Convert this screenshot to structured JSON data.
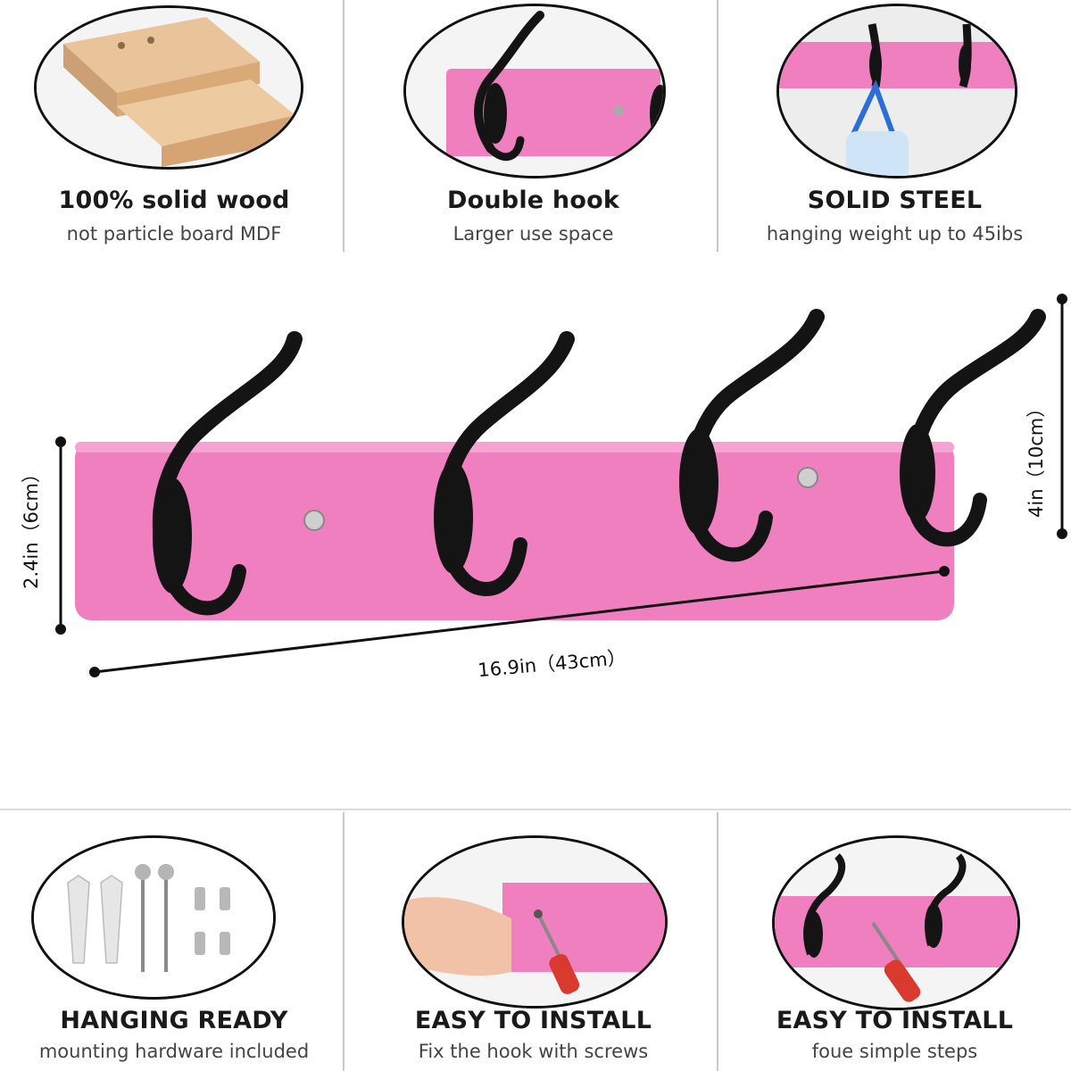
{
  "top_features": [
    {
      "title": "100% solid wood",
      "subtitle": "not particle board MDF",
      "icon": "wood-plank-image"
    },
    {
      "title": "Double hook",
      "subtitle": "Larger use space",
      "icon": "double-hook-image"
    },
    {
      "title": "SOLID STEEL",
      "subtitle": "hanging weight up to 45ibs",
      "icon": "hanging-bottle-image"
    }
  ],
  "dimensions": {
    "height": "2.4in（6cm）",
    "length": "16.9in（43cm）",
    "depth": "4in（10cm）"
  },
  "bottom_features": [
    {
      "title": "HANGING READY",
      "subtitle": "mounting hardware included",
      "icon": "screws-anchors-image"
    },
    {
      "title": "EASY TO INSTALL",
      "subtitle": "Fix the hook with screws",
      "icon": "screwdriver-install-image"
    },
    {
      "title": "EASY TO INSTALL",
      "subtitle": "foue simple steps",
      "icon": "screwdriver-rack-image"
    }
  ],
  "colors": {
    "rack_pink": "#f07fc0",
    "hook_black": "#141414",
    "wood": "#e9c49a"
  }
}
